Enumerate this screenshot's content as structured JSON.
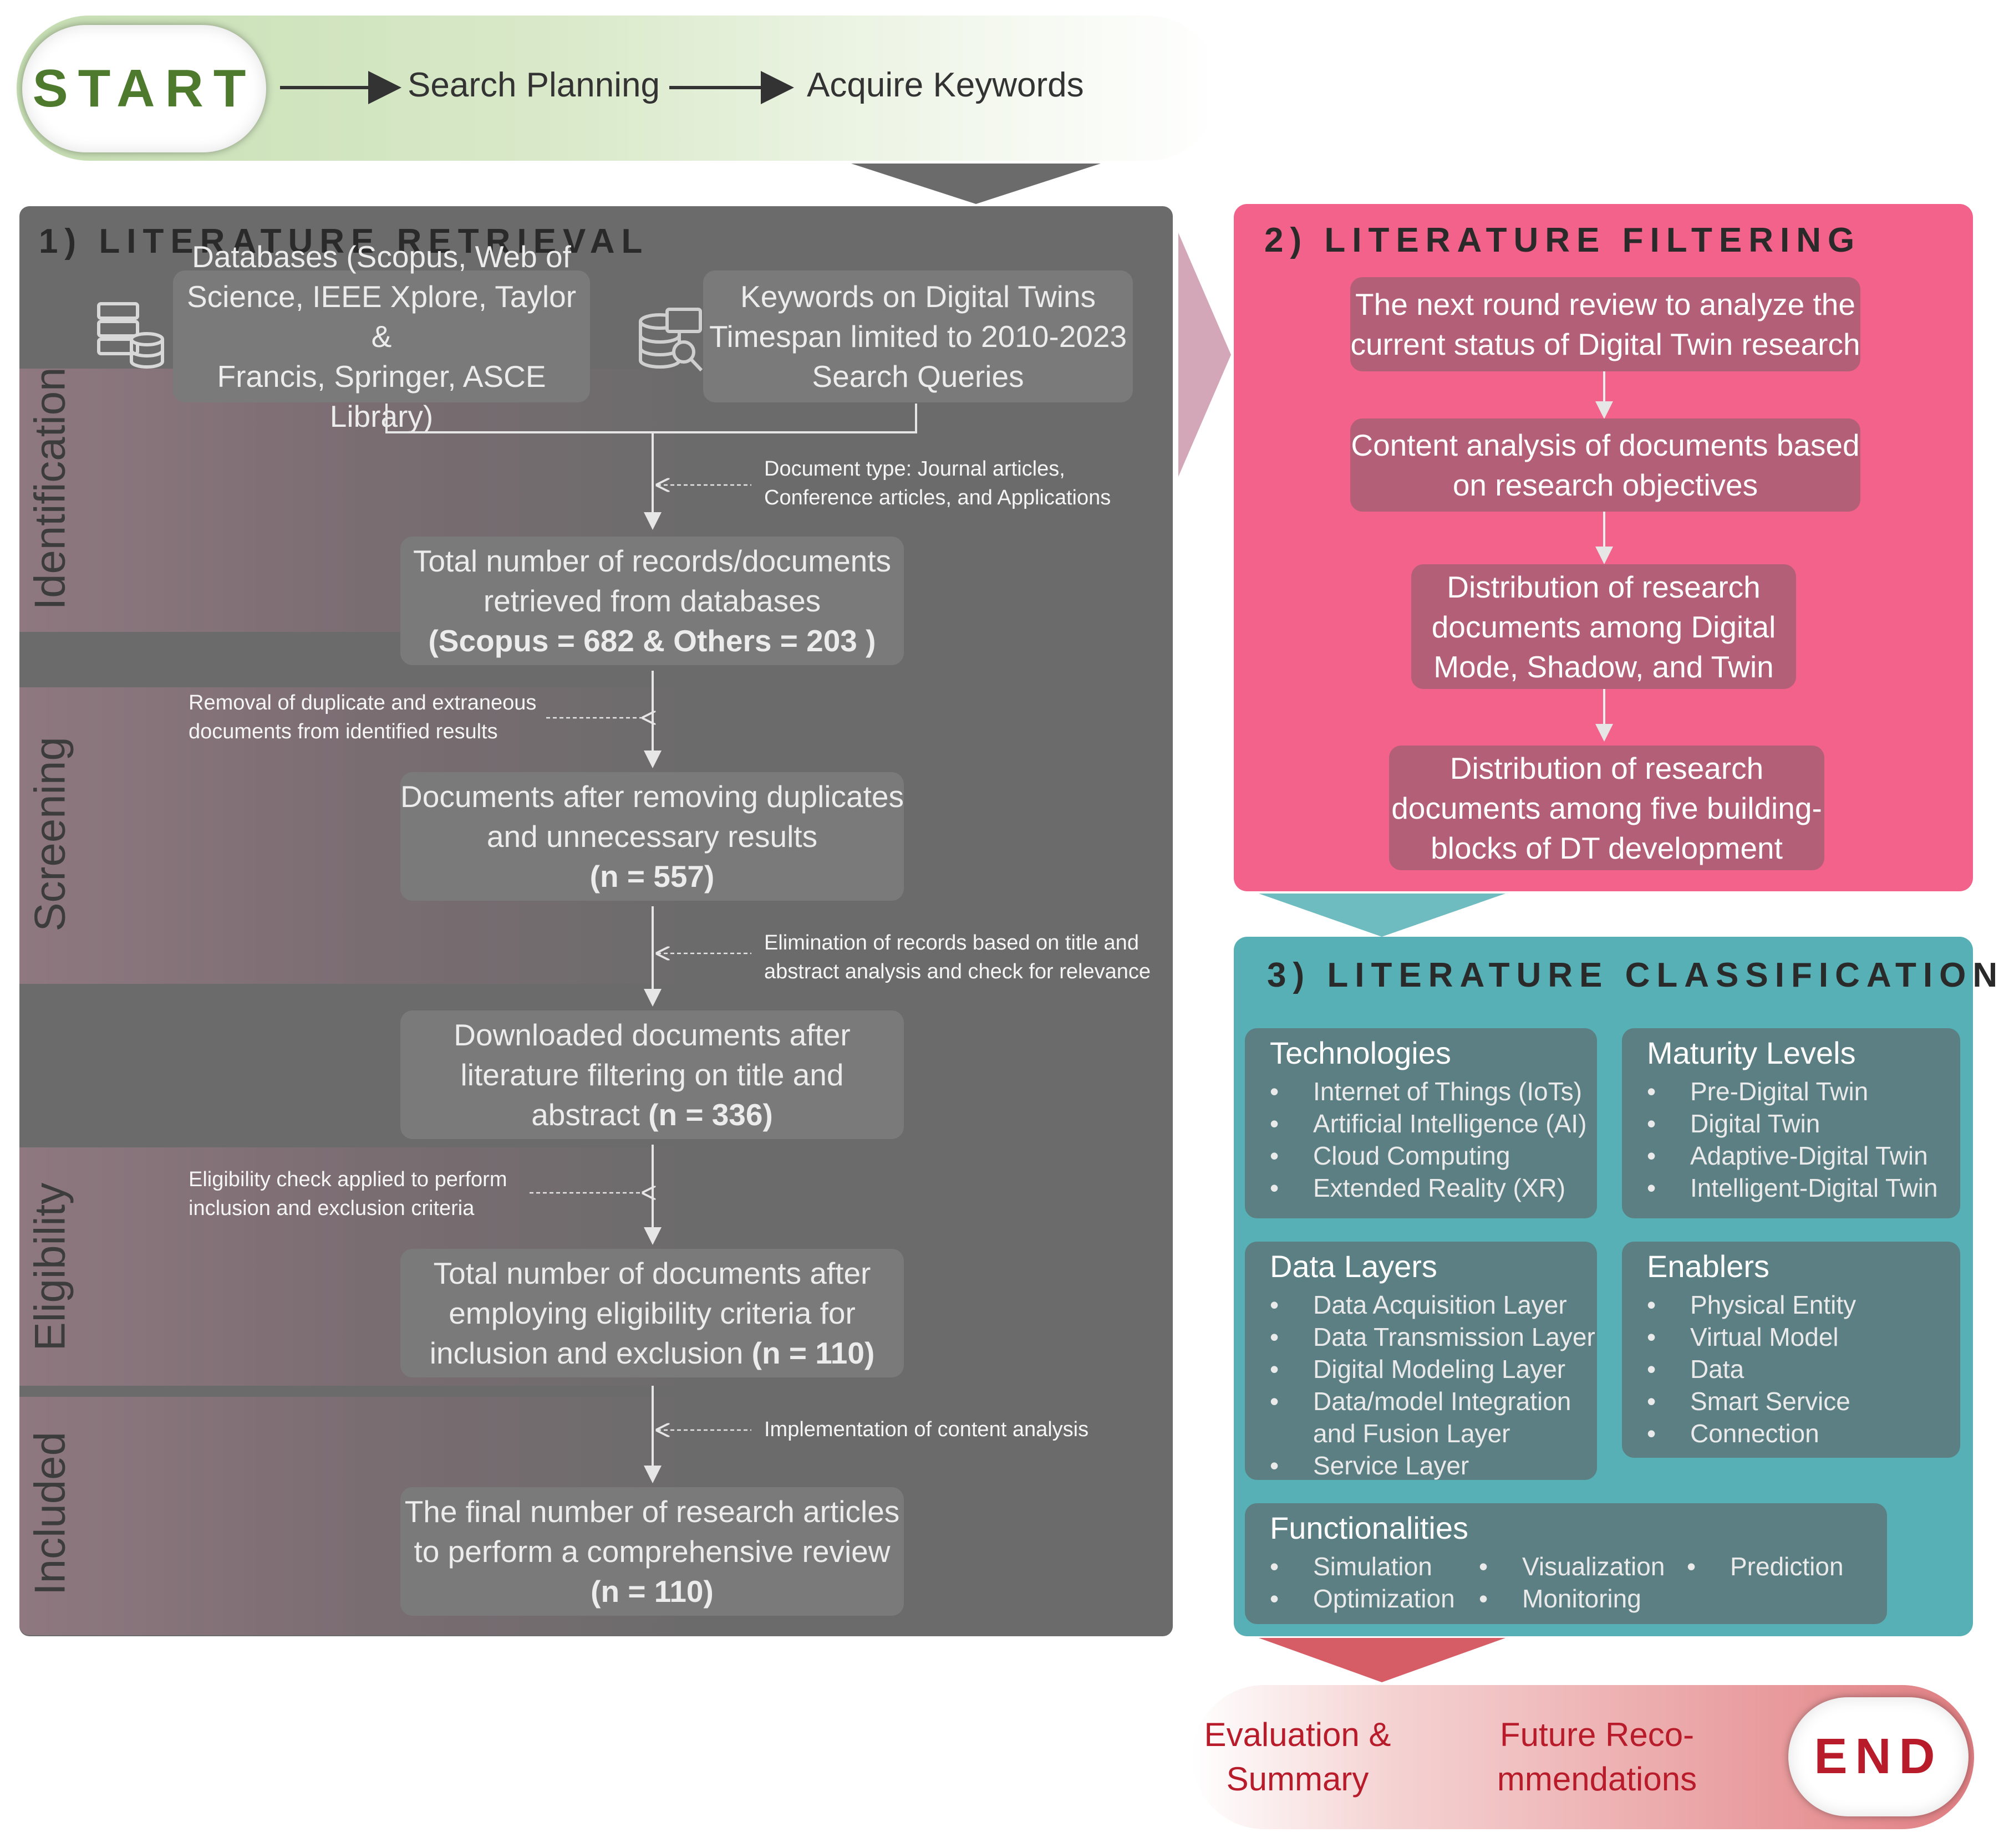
{
  "start": {
    "label": "START"
  },
  "end": {
    "label": "END"
  },
  "top_steps": [
    "Search Planning",
    "Acquire Keywords"
  ],
  "bottom_steps": [
    {
      "line1": "Evaluation &",
      "line2": "Summary"
    },
    {
      "line1": "Future Reco-",
      "line2": "mmendations"
    }
  ],
  "retrieval": {
    "title": "1) LITERATURE RETRIEVAL",
    "phases": [
      "Identification",
      "Screening",
      "Eligibility",
      "Included"
    ],
    "db_box": [
      "Databases (Scopus, Web of",
      "Science, IEEE Xplore, Taylor &",
      "Francis, Springer, ASCE Library)"
    ],
    "kw_box": [
      "Keywords on Digital Twins",
      "Timespan limited to 2010-2023",
      "Search Queries"
    ],
    "notes": {
      "doc_type": [
        "Document type: Journal articles,",
        "Conference articles, and Applications"
      ],
      "removal": [
        "Removal of duplicate and extraneous",
        "documents from identified results"
      ],
      "elimination": [
        "Elimination of records based on title and",
        "abstract analysis and check for relevance"
      ],
      "eligibility": [
        "Eligibility check applied to perform",
        "inclusion and exclusion criteria"
      ],
      "content": [
        "Implementation of content analysis"
      ]
    },
    "boxes": {
      "total": {
        "lines": [
          "Total number of records/documents",
          "retrieved from databases"
        ],
        "count": "(Scopus = 682  & Others = 203 )"
      },
      "dedup": {
        "lines": [
          "Documents after removing duplicates",
          "and unnecessary results"
        ],
        "count": "(n = 557)"
      },
      "downloaded": {
        "lines": [
          "Downloaded documents after",
          "literature filtering on title and"
        ],
        "tail": "abstract",
        "count": "(n = 336)"
      },
      "eligible": {
        "lines": [
          "Total number of documents after",
          "employing eligibility criteria for"
        ],
        "tail": "inclusion and exclusion",
        "count": "(n = 110)"
      },
      "final": {
        "lines": [
          "The final number of research articles",
          "to perform a comprehensive review"
        ],
        "count": "(n = 110)"
      }
    }
  },
  "filtering": {
    "title": "2) LITERATURE FILTERING",
    "boxes": [
      [
        "The next round review to analyze the",
        "current status of Digital Twin research"
      ],
      [
        "Content analysis of documents based",
        "on research objectives"
      ],
      [
        "Distribution of research",
        "documents among Digital",
        "Mode, Shadow, and Twin"
      ],
      [
        "Distribution of research",
        "documents among five building-",
        "blocks of DT development"
      ]
    ]
  },
  "classification": {
    "title": "3) LITERATURE CLASSIFICATION",
    "technologies": {
      "title": "Technologies",
      "items": [
        "Internet of Things (IoTs)",
        "Artificial Intelligence (AI)",
        "Cloud Computing",
        "Extended Reality (XR)"
      ]
    },
    "maturity": {
      "title": "Maturity Levels",
      "items": [
        "Pre-Digital Twin",
        "Digital Twin",
        "Adaptive-Digital Twin",
        "Intelligent-Digital Twin"
      ]
    },
    "data_layers": {
      "title": "Data Layers",
      "items": [
        "Data Acquisition Layer",
        "Data Transmission Layer",
        "Digital Modeling Layer",
        "Data/model Integration",
        "Service Layer"
      ],
      "continuation": "and Fusion Layer"
    },
    "enablers": {
      "title": "Enablers",
      "items": [
        "Physical Entity",
        "Virtual Model",
        "Data",
        "Smart Service",
        "Connection"
      ]
    },
    "functionalities": {
      "title": "Functionalities",
      "col1": [
        "Simulation",
        "Optimization"
      ],
      "col2": [
        "Visualization",
        "Monitoring"
      ],
      "col3": [
        "Prediction"
      ]
    }
  },
  "colors": {
    "start_green": "#4d7a2c",
    "end_red": "#b81c2a",
    "retrieval_gray": "#6b6b6b",
    "filtering_pink": "#f2628a",
    "classification_teal": "#56b0b5"
  },
  "icons": [
    "database-server-icon",
    "database-search-icon"
  ]
}
